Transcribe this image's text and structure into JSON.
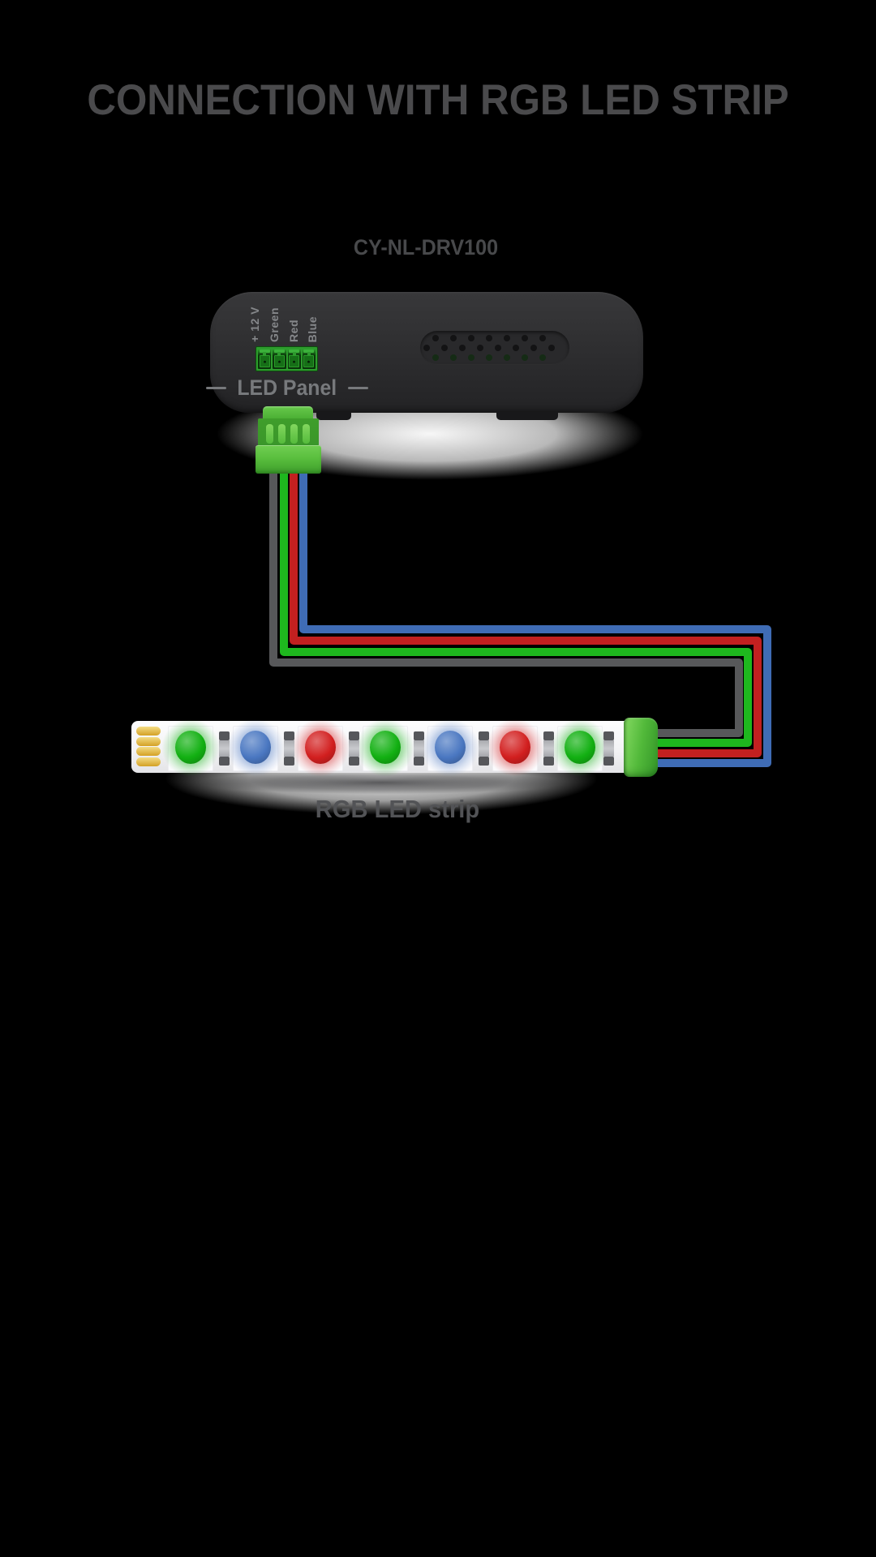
{
  "title": "CONNECTION WITH RGB LED STRIP",
  "colors": {
    "background": "#000000",
    "title_text": "#4a4a4c",
    "device_label_text": "#48494b",
    "panel_label_text": "#77797c",
    "terminal_label_text": "#85878a",
    "strip_label_text": "#525356",
    "device_body": "#2e2e30",
    "terminal_block_green": "#2d9c2d",
    "plug_green": "#5abf3e",
    "solder_pad_gold": "#d3a125"
  },
  "device": {
    "label": "CY-NL-DRV100",
    "port_label": "LED Panel",
    "terminals": [
      "+ 12 V",
      "Green",
      "Red",
      "Blue"
    ]
  },
  "wires": [
    {
      "name": "ground",
      "color": "#57585a"
    },
    {
      "name": "green",
      "color": "#1eb81e"
    },
    {
      "name": "red",
      "color": "#c22020"
    },
    {
      "name": "blue",
      "color": "#3f6cb5"
    }
  ],
  "strip": {
    "label": "RGB LED strip",
    "leds": [
      "green",
      "blue",
      "red",
      "green",
      "blue",
      "red",
      "green"
    ],
    "led_colors": {
      "green": "#12b012",
      "blue": "#4a77c1",
      "red": "#d21f1f"
    }
  }
}
